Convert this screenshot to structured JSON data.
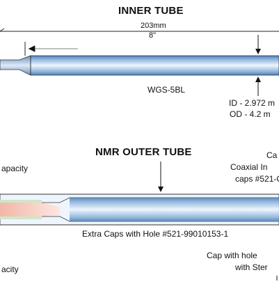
{
  "inner_tube": {
    "title": "INNER TUBE",
    "length_mm": "203mm",
    "length_in": "8\"",
    "part_number": "WGS-5BL",
    "id_label": "ID - 2.972 m",
    "od_label": "OD - 4.2 m"
  },
  "outer_tube": {
    "title": "NMR OUTER TUBE",
    "capacity_label_1": "apacity",
    "capacity_label_2": "acity",
    "cap_note_line1": "Ca",
    "cap_note_line2": "Coaxial In",
    "cap_note_line3": "caps #521-C",
    "extra_caps": "Extra Caps with Hole #521-99010153-1",
    "cap_with_hole_line1": "Cap with hole",
    "cap_with_hole_line2": "with Ster"
  },
  "colors": {
    "tube_blue_light": "#dbe9f7",
    "tube_blue_mid": "#8db3dc",
    "tube_blue_dark": "#4f7fb6",
    "sample_pink": "#f6c8be",
    "sample_green": "#cfe7c9",
    "outline": "#222222"
  }
}
